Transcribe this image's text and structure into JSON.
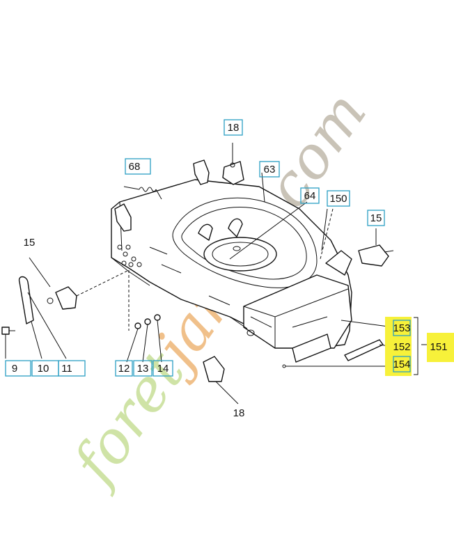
{
  "watermark": {
    "prefix": "foret",
    "middle": "jardin",
    "suffix": ".com",
    "colors": {
      "prefix": "#cfe3a6",
      "middle": "#f0c08a",
      "suffix": "#c9c3b7"
    }
  },
  "labels": {
    "p18_top": "18",
    "p68": "68",
    "p63": "63",
    "p64": "64",
    "p150": "150",
    "p15_left": "15",
    "p15_right": "15",
    "p153": "153",
    "p152": "152",
    "p154": "154",
    "p151": "151",
    "p9": "9",
    "p10": "10",
    "p11": "11",
    "p12": "12",
    "p13": "13",
    "p14": "14",
    "p18_bottom": "18"
  },
  "colors": {
    "label_box": "#2a9fc4",
    "highlight": "#f7f13a"
  }
}
